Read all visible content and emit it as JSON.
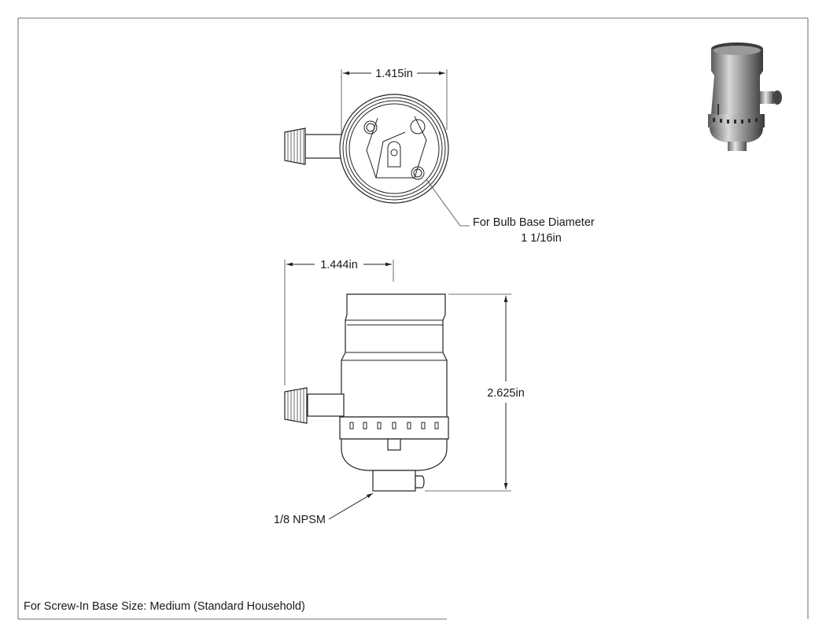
{
  "dimensions": {
    "top_view_width": "1.415in",
    "side_view_width": "1.444in",
    "height": "2.625in"
  },
  "callouts": {
    "bulb_base_line1": "For Bulb Base Diameter",
    "bulb_base_line2": "1 1/16in",
    "thread": "1/8 NPSM"
  },
  "footer": {
    "note": "For Screw-In Base Size: Medium (Standard Household)"
  },
  "icons": {
    "preview": "socket-3d-preview-icon"
  }
}
